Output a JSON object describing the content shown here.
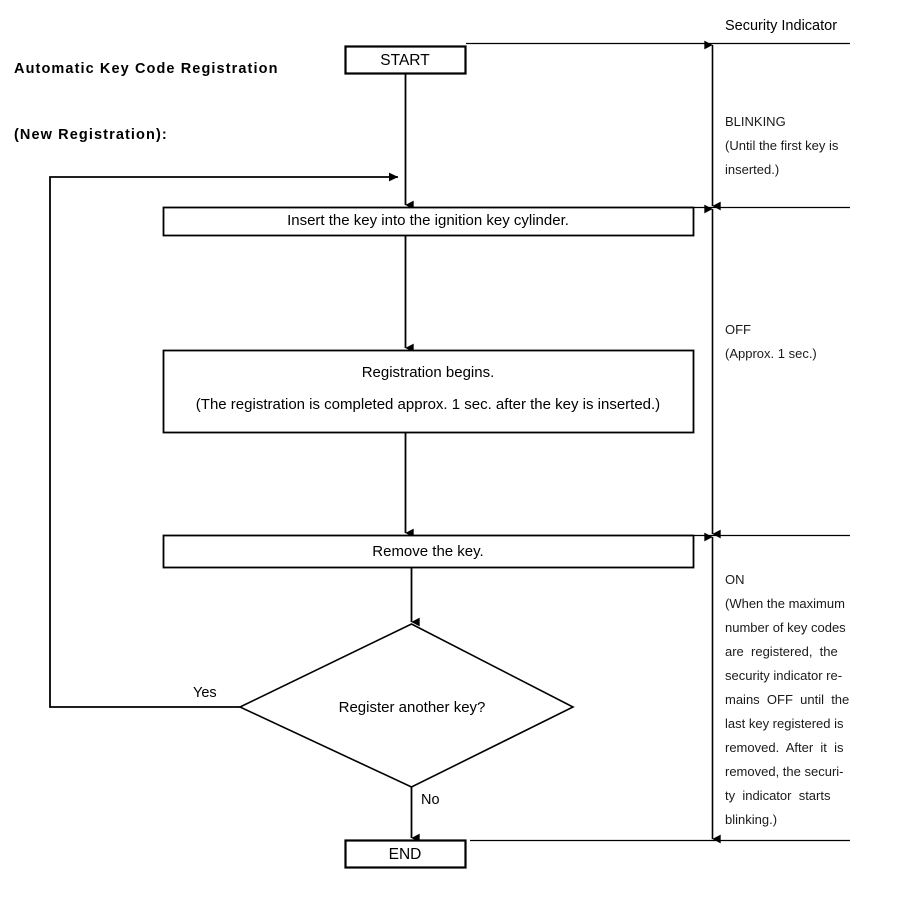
{
  "page": {
    "title_line1": "Automatic Key Code Registration",
    "title_line2": "(New Registration):",
    "bg_color": "#ffffff",
    "line_color": "#000000"
  },
  "flow": {
    "start": {
      "label": "START"
    },
    "step_insert": {
      "label": "Insert the key into the ignition key cylinder."
    },
    "step_register_line1": "Registration begins.",
    "step_register_line2": "(The registration is completed approx. 1 sec. after the key is inserted.)",
    "step_remove": {
      "label": "Remove the key."
    },
    "decision": {
      "label": "Register another key?"
    },
    "branch_yes": "Yes",
    "branch_no": "No",
    "end": {
      "label": "END"
    }
  },
  "indicator": {
    "heading": "Security Indicator",
    "phases": [
      {
        "name": "BLINKING",
        "lines": [
          "BLINKING",
          "(Until the first key is",
          "inserted.)"
        ]
      },
      {
        "name": "OFF",
        "lines": [
          "OFF",
          "(Approx. 1 sec.)"
        ]
      },
      {
        "name": "ON",
        "lines": [
          "ON",
          "(When the maximum",
          "number of key codes",
          "are  registered,  the",
          "security indicator re-",
          "mains  OFF  until  the",
          "last key registered is",
          "removed.  After  it  is",
          "removed, the securi-",
          "ty  indicator  starts",
          "blinking.)"
        ]
      }
    ]
  }
}
